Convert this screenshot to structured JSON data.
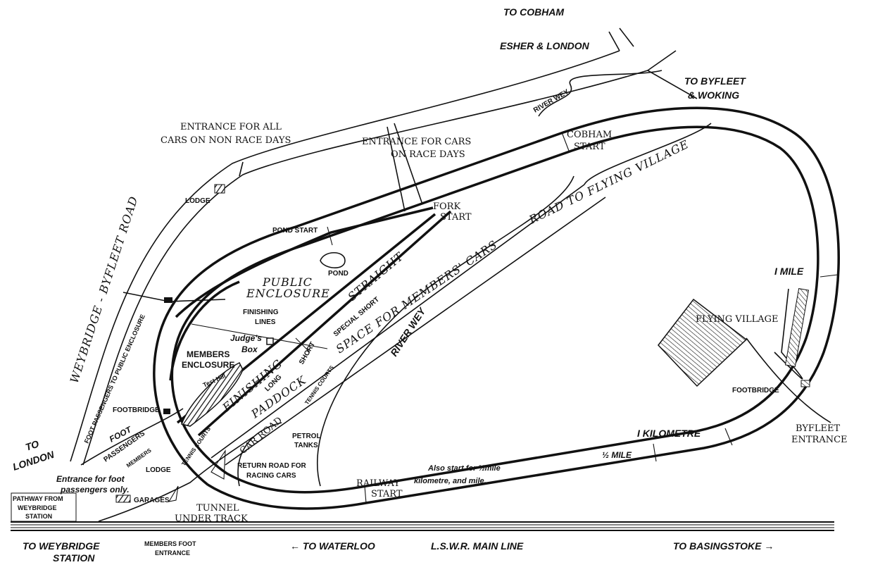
{
  "map": {
    "colors": {
      "ink": "#111111",
      "paper": "#ffffff"
    },
    "labels": {
      "to_cobham_1": "TO COBHAM",
      "to_cobham_2": "ESHER & LONDON",
      "to_byfleet_1": "TO BYFLEET",
      "to_byfleet_2": "& WOKING",
      "river_wey_north": "RIVER WEY",
      "cobham_start_1": "COBHAM",
      "cobham_start_2": "START",
      "entrance_all_1": "ENTRANCE FOR ALL",
      "entrance_all_2": "CARS ON NON RACE DAYS",
      "entrance_race_1": "ENTRANCE FOR CARS",
      "entrance_race_2": "ON RACE DAYS",
      "road_to_flying_village": "ROAD TO FLYING VILLAGE",
      "lodge_north": "LODGE",
      "weybridge_byfleet_road": "WEYBRIDGE - BYFLEET ROAD",
      "pond_start": "POND START",
      "fork_start_1": "FORK",
      "fork_start_2": "START",
      "pond": "POND",
      "public_enclosure_1": "PUBLIC",
      "public_enclosure_2": "ENCLOSURE",
      "straight": "STRAIGHT",
      "special_short": "SPECIAL SHORT",
      "space_for_members_cars": "SPACE FOR MEMBERS' CARS",
      "river_wey_middle": "RIVER WEY",
      "one_mile": "I MILE",
      "flying_village": "FLYING VILLAGE",
      "finishing_lines_1": "FINISHING",
      "finishing_lines_2": "LINES",
      "judges_box_1": "Judge's",
      "judges_box_2": "Box",
      "members_enclosure_1": "MEMBERS",
      "members_enclosure_2": "ENCLOSURE",
      "test_hill": "Test Hill",
      "finishing": "FINISHING",
      "long": "LONG",
      "short": "SHORT",
      "paddock": "PADDOCK",
      "tennis_courts_1": "TENNIS COURTS",
      "tennis_courts_2": "TENNIS COURTS",
      "car_road": "CAR ROAD",
      "petrol_tanks_1": "PETROL",
      "petrol_tanks_2": "TANKS",
      "return_road_1": "RETURN ROAD FOR",
      "return_road_2": "RACING CARS",
      "footbridge_east": "FOOTBRIDGE",
      "byfleet_entrance_1": "BYFLEET",
      "byfleet_entrance_2": "ENTRANCE",
      "one_kilometre": "I KILOMETRE",
      "half_mile": "½ MILE",
      "also_start_1": "Also start for ½mile",
      "also_start_2": "kilometre, and mile.",
      "railway_start_1": "RAILWAY",
      "railway_start_2": "START",
      "tunnel_1": "TUNNEL",
      "tunnel_2": "UNDER TRACK",
      "footbridge_west": "FOOTBRIDGE",
      "foot_passengers_public": "FOOT PASSENGERS TO PUBLIC ENCLOSURE",
      "foot": "FOOT",
      "passengers": "PASSENGERS",
      "members": "MEMBERS",
      "lodge_west": "LODGE",
      "to_london_1": "TO",
      "to_london_2": "LONDON",
      "entrance_foot_1": "Entrance for foot",
      "entrance_foot_2": "passengers only.",
      "pathway_1": "PATHWAY FROM",
      "pathway_2": "WEYBRIDGE",
      "pathway_3": "STATION",
      "garages": "GARAGES",
      "to_weybridge_1": "TO WEYBRIDGE",
      "to_weybridge_2": "STATION",
      "members_foot_1": "MEMBERS FOOT",
      "members_foot_2": "ENTRANCE",
      "to_waterloo": "← TO WATERLOO",
      "main_line": "L.S.W.R. MAIN LINE",
      "to_basingstoke": "TO BASINGSTOKE →"
    }
  }
}
